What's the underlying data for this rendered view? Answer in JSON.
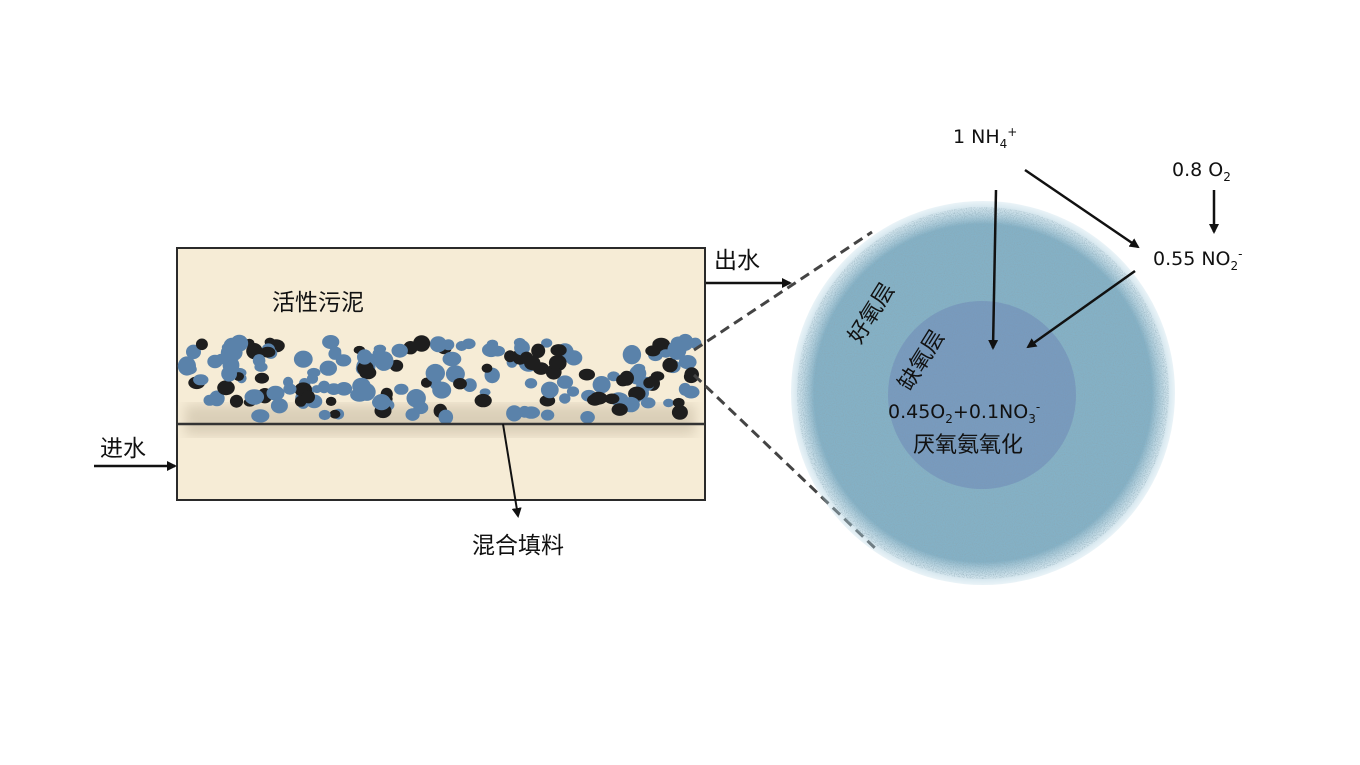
{
  "reactor": {
    "sludge_label": "活性污泥",
    "inflow_label": "进水",
    "outflow_label": "出水",
    "media_label": "混合填料"
  },
  "granule": {
    "aerobic_label": "好氧层",
    "anoxic_label": "缺氧层",
    "anammox_equation": {
      "a": "0.45O",
      "a_sub": "2",
      "b": "+0.1NO",
      "b_sub": "3",
      "b_sup": "-"
    },
    "anammox_label": "厌氧氨氧化"
  },
  "species": {
    "ammonium": {
      "coef": "1 NH",
      "sub": "4",
      "sup": "+"
    },
    "oxygen": {
      "coef": "0.8 O",
      "sub": "2"
    },
    "nitrite": {
      "coef": "0.55 NO",
      "sub": "2",
      "sup": "-"
    }
  },
  "colors": {
    "tank_fill": "#f6ecd6",
    "blue_particle": "#5a82aa",
    "black_particle": "#1e1e1e",
    "granule_outer": "#7fa9bd",
    "granule_inner": "#6f88b0"
  }
}
